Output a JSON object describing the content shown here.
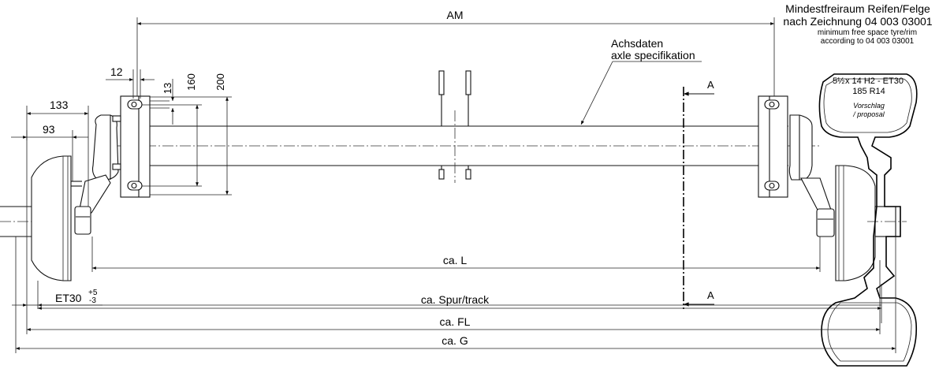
{
  "dimensions": {
    "am": "AM",
    "d12": "12",
    "d13": "13",
    "d160": "160",
    "d200": "200",
    "d133": "133",
    "d93": "93",
    "ca_l": "ca. L",
    "et30": "ET30",
    "et30_plus": "+5",
    "et30_minus": "-3",
    "ca_spur": "ca. Spur/track",
    "ca_fl": "ca. FL",
    "ca_g": "ca. G"
  },
  "axle_label": {
    "de": "Achsdaten",
    "en": "axle specifikation"
  },
  "section_marks": {
    "top": "A",
    "bottom": "A"
  },
  "clearance_note": {
    "line1": "Mindestfreiraum Reifen/Felge",
    "line2": "nach Zeichnung 04 003 03001",
    "line3": "minimum free space tyre/rim",
    "line4": "according to 04 003 03001"
  },
  "tyre": {
    "rim_fraction": "5½",
    "rim_rest": "x 14 H2 - ET30",
    "size": "185 R14",
    "note1": "Vorschlag",
    "note2": "/ proposal"
  }
}
